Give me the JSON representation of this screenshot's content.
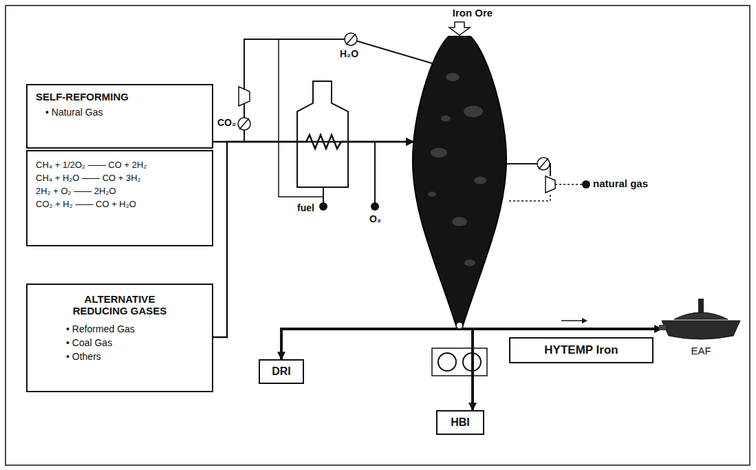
{
  "diagram": {
    "nodes": [
      {
        "text": [
          "SELF-REFORMING",
          "• Natural Gas"
        ]
      },
      {
        "text": [
          "CH₄ + 1/2O₂ —— CO + 2H₂",
          "CH₄ + H₂O —— CO + 3H₂",
          "2H₂ + O₂ —— 2H₂O",
          "CO₂ + H₂ —— CO + H₂O"
        ]
      },
      {
        "text": [
          "ALTERNATIVE REDUCING GASES",
          "• Reformed Gas",
          "• Coal Gas",
          "• Others"
        ]
      },
      {
        "text": [
          "Iron Ore"
        ]
      },
      {
        "text": [
          "HYTEMP Iron"
        ]
      },
      {
        "text": [
          "EAF"
        ]
      },
      {
        "text": [
          "DRI"
        ]
      },
      {
        "text": [
          "HBI"
        ]
      }
    ],
    "edges": [
      {
        "from": 0,
        "to": 3,
        "arrow": "to"
      },
      {
        "from": 2,
        "to": 3,
        "arrow": "to"
      },
      {
        "from": 3,
        "to": 6,
        "arrow": "to"
      },
      {
        "from": 3,
        "to": 7,
        "arrow": "to"
      },
      {
        "from": 3,
        "to": 5,
        "arrow": "to"
      }
    ],
    "labels": [
      "H₂O",
      "CO₂",
      "fuel",
      "O₂",
      "natural gas"
    ]
  }
}
